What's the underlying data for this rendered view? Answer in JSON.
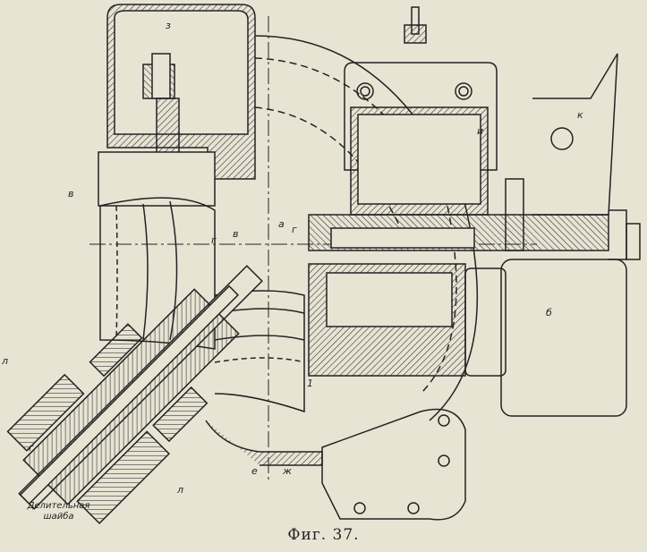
{
  "figure": {
    "caption": "Фиг. 37.",
    "callout": "Делительная шайба",
    "labels": [
      "з",
      "в",
      "и",
      "к",
      "г",
      "а",
      "в",
      "г",
      "б",
      "1",
      "л",
      "г",
      "л",
      "е",
      "ж"
    ]
  },
  "colors": {
    "paper": "#e8e4d4",
    "ink": "#222222"
  }
}
